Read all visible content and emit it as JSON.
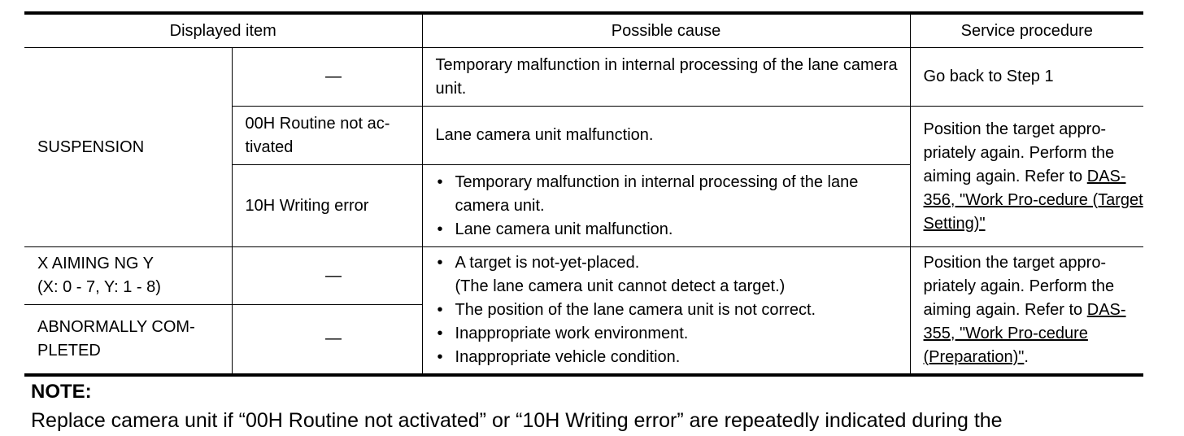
{
  "table": {
    "headers": [
      "Displayed item",
      "Possible cause",
      "Service procedure"
    ],
    "dash": "—",
    "suspension": {
      "label": "SUSPENSION",
      "row1": {
        "cause": "Temporary malfunction in internal processing of the lane camera unit.",
        "procedure": "Go back to Step 1"
      },
      "row2": {
        "code": "00H Routine not ac-tivated",
        "cause": "Lane camera unit malfunction."
      },
      "row3": {
        "code": "10H Writing error",
        "causes": [
          "Temporary malfunction in internal processing of the lane camera unit.",
          "Lane camera unit malfunction."
        ]
      },
      "procedure": {
        "text": "Position the target appro-priately again. Perform the aiming again. Refer to ",
        "link": "DAS-356, \"Work Pro-cedure (Target Setting)\"",
        "suffix": ""
      }
    },
    "aiming": {
      "label_line1": "X AIMING NG Y",
      "label_line2": "(X: 0 - 7, Y: 1 - 8)",
      "abnormal_label": "ABNORMALLY COM-PLETED",
      "causes": {
        "c1": "A target is not-yet-placed.",
        "c1_cont": "(The lane camera unit cannot detect a target.)",
        "c2": "The position of the lane camera unit is not correct.",
        "c3": "Inappropriate work environment.",
        "c4": "Inappropriate vehicle condition."
      },
      "procedure": {
        "text": "Position the target appro-priately again. Perform the aiming again. Refer to ",
        "link": "DAS-355, \"Work Pro-cedure (Preparation)\"",
        "suffix": "."
      }
    }
  },
  "note": {
    "title": "NOTE:",
    "text": "Replace camera unit if “00H Routine not activated” or “10H Writing error” are repeatedly indicated during the"
  }
}
